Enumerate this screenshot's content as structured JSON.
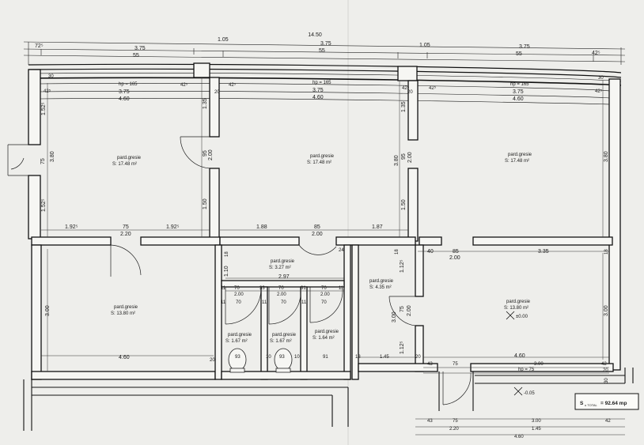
{
  "top_dims": {
    "overall": "14.50",
    "row2": [
      "72⁵",
      "3.75",
      "1.05",
      "3.75",
      "1.05",
      "3.75",
      "42⁵"
    ],
    "row3": [
      "55",
      "55",
      "55"
    ],
    "row4": [
      "3.75",
      "3.75"
    ],
    "row5": [
      "4.60",
      "4.60",
      "4.60"
    ],
    "hp": [
      "hp = 165",
      "hp = 165",
      "hp = 165"
    ],
    "wall_marks": [
      "30",
      "42⁵",
      "42⁵",
      "42⁵",
      "42⁵",
      "42⁵",
      "42⁵",
      "20",
      "20",
      "30"
    ]
  },
  "rooms": [
    {
      "name": "pard.gresie",
      "area": "S: 17.48 m²"
    },
    {
      "name": "pard.gresie",
      "area": "S: 17.48 m²"
    },
    {
      "name": "pard.gresie",
      "area": "S: 17.48 m²"
    },
    {
      "name": "pard.gresie",
      "area": "S: 13.80 m²"
    },
    {
      "name": "pard.gresie",
      "area": "S: 3.27 m²"
    },
    {
      "name": "pard.gresie",
      "area": "S: 4.35 m²"
    },
    {
      "name": "pard.gresie",
      "area": "S: 13.80 m²",
      "level": "±0.00"
    },
    {
      "name": "pard.gresie",
      "area": "S: 1.67 m²"
    },
    {
      "name": "pard.gresie",
      "area": "S: 1.67 m²"
    },
    {
      "name": "pard.gresie",
      "area": "S: 1.64 m²"
    }
  ],
  "vertical_dims": {
    "left": [
      "1.52⁵",
      "3.80",
      "75",
      "1.52⁵",
      "3.00"
    ],
    "inner": [
      "1.35",
      "95",
      "2.00",
      "1.50",
      "1.35",
      "95",
      "2.00",
      "3.80",
      "1.50",
      "1.10",
      "1.12⁵",
      "75",
      "2.00",
      "1.12⁵",
      "3.00",
      "3.00",
      "3.80"
    ]
  },
  "mid_dims": [
    "1.92⁵",
    "75",
    "1.92⁵",
    "2.20",
    "1.88",
    "85",
    "1.87",
    "2.00",
    "40",
    "85",
    "3.35",
    "2.00",
    "2.97",
    "24",
    "18",
    "18",
    "18"
  ],
  "wc_dims": [
    "11",
    "70",
    "33",
    "70",
    "31",
    "70",
    "11",
    "2.00",
    "2.00",
    "2.00",
    "11",
    "70",
    "11",
    "70",
    "11",
    "70",
    "93",
    "93",
    "20",
    "10",
    "10",
    "91",
    "18",
    "1.45",
    "20"
  ],
  "bottom_room_dims": [
    "4.60",
    "43",
    "75",
    "3.00",
    "42",
    "4.60",
    "hp = 75",
    "20",
    "30"
  ],
  "bottom_dims": {
    "row1": [
      "43",
      "75",
      "3.00",
      "42"
    ],
    "row2": [
      "2.20",
      "1.45"
    ],
    "row3": [
      "4.60"
    ]
  },
  "elevations": {
    "exterior": "-0.05"
  },
  "total_area": "S",
  "total_area_sub": "u TOTAL",
  "total_area_value": "= 92.64 mp"
}
